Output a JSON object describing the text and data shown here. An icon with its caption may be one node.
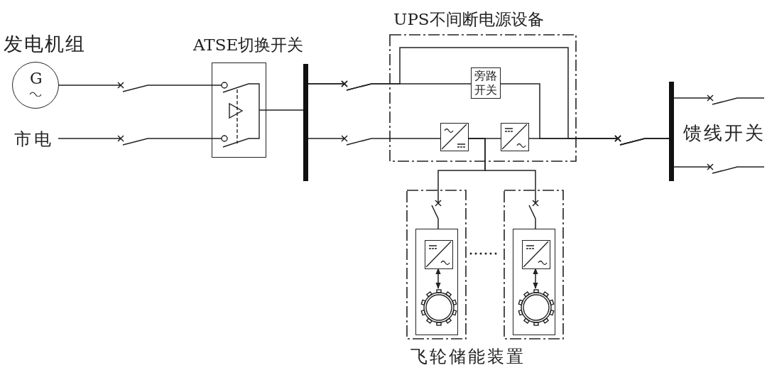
{
  "diagram": {
    "nodes": [
      {
        "text": [
          "发电机组",
          "G"
        ]
      },
      {
        "text": [
          "市电"
        ]
      },
      {
        "text": [
          "ATSE切换开关"
        ]
      },
      {
        "text": [],
        "shape": "bar"
      },
      {
        "text": [
          "UPS不间断电源设备"
        ]
      },
      {
        "text": [
          "旁路开关"
        ],
        "in": 4
      },
      {
        "text": [],
        "shape": "box",
        "in": 4
      },
      {
        "text": [],
        "shape": "box",
        "in": 4
      },
      {
        "text": [],
        "shape": "bar"
      },
      {
        "text": [],
        "shape": "box"
      },
      {
        "text": [],
        "shape": "box",
        "in": 9
      },
      {
        "text": [],
        "shape": "box",
        "in": 10
      },
      {
        "text": [],
        "shape": "circle",
        "in": 10
      },
      {
        "text": [],
        "shape": "box"
      },
      {
        "text": [],
        "shape": "box",
        "in": 13
      },
      {
        "text": [],
        "shape": "box",
        "in": 14
      },
      {
        "text": [],
        "shape": "circle",
        "in": 14
      }
    ],
    "edges": [
      {
        "from": 0,
        "to": 2,
        "arrow": "none"
      },
      {
        "from": 1,
        "to": 2,
        "arrow": "none"
      },
      {
        "from": 2,
        "to": 3,
        "arrow": "none"
      },
      {
        "from": 3,
        "to": 5,
        "arrow": "none"
      },
      {
        "from": 3,
        "to": 8,
        "arrow": "none"
      },
      {
        "from": 3,
        "to": 6,
        "arrow": "none"
      },
      {
        "from": 6,
        "to": 7,
        "arrow": "none"
      },
      {
        "from": 5,
        "to": 8,
        "arrow": "none"
      },
      {
        "from": 7,
        "to": 8,
        "arrow": "none"
      },
      {
        "from": 8,
        "to": null,
        "arrow": "none"
      },
      {
        "from": 8,
        "to": null,
        "arrow": "none"
      },
      {
        "from": 6,
        "to": 10,
        "arrow": "none"
      },
      {
        "from": 6,
        "to": 14,
        "arrow": "none"
      },
      {
        "from": 11,
        "to": 12,
        "arrow": "both"
      },
      {
        "from": 15,
        "to": 16,
        "arrow": "both"
      }
    ],
    "labels": [
      "馈线开关",
      "飞轮储能装置"
    ]
  }
}
